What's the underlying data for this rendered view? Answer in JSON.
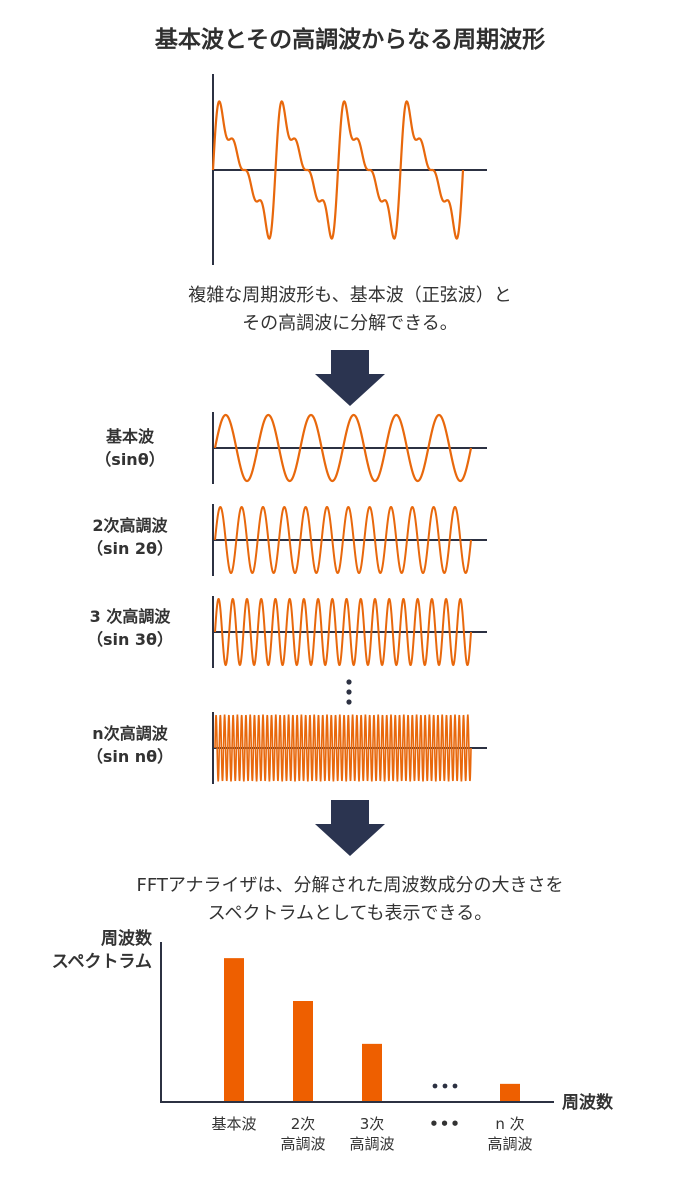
{
  "title": "基本波とその高調波からなる周期波形",
  "caption1": {
    "line1": "複雑な周期波形も、基本波（正弦波）と",
    "line2": "その高調波に分解できる。"
  },
  "harmonics": [
    {
      "name": "基本波",
      "formula": "（sinθ）",
      "order": 1
    },
    {
      "name": "2次高調波",
      "formula": "（sin 2θ）",
      "order": 2
    },
    {
      "name": "3 次高調波",
      "formula": "（sin 3θ）",
      "order": 3
    },
    {
      "name": "n次高調波",
      "formula": "（sin nθ）",
      "order": "n"
    }
  ],
  "caption2": {
    "line1": "FFTアナライザは、分解された周波数成分の大きさを",
    "line2": "スペクトラムとしても表示できる。"
  },
  "spectrum": {
    "ylabel_line1": "周波数",
    "ylabel_line2": "スペクトラム",
    "xlabel": "周波数",
    "ellipsis": "•••"
  },
  "chart_data": {
    "type": "bar",
    "categories": [
      "基本波",
      "2次 高調波",
      "3次 高調波",
      "•••",
      "n 次 高調波"
    ],
    "category_lines": [
      [
        "基本波"
      ],
      [
        "2次",
        "高調波"
      ],
      [
        "3次",
        "高調波"
      ],
      [
        "•••"
      ],
      [
        "n 次",
        "高調波"
      ]
    ],
    "values": [
      1.0,
      0.7,
      0.4,
      null,
      0.12
    ],
    "ylim": [
      0,
      1.12
    ],
    "grid": false,
    "xlabel": "周波数",
    "ylabel": "周波数 スペクトラム"
  },
  "colors": {
    "wave": "#e8680c",
    "bar": "#ee5f00",
    "axis": "#2c3142",
    "arrow": "#2b3450",
    "text": "#333333"
  }
}
